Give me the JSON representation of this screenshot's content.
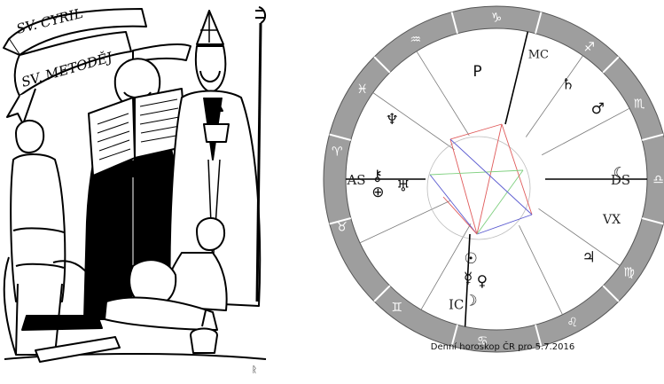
{
  "illustration": {
    "banner_top": "SV. CYRIL",
    "banner_bottom": "SV. METODĚJ",
    "signature_mark": "ᚱ"
  },
  "chart": {
    "caption": "Denní horoskop ČR pro 5.7.2016",
    "angle_labels": {
      "asc": "AS",
      "dsc": "DS",
      "mc": "MC",
      "ic": "IC",
      "vertex": "VX"
    },
    "zodiac_signs": [
      {
        "name": "capricorn",
        "glyph": "♑",
        "angle": 90
      },
      {
        "name": "aquarius",
        "glyph": "♒",
        "angle": 120
      },
      {
        "name": "pisces",
        "glyph": "♓",
        "angle": 146
      },
      {
        "name": "aries",
        "glyph": "♈",
        "angle": 170
      },
      {
        "name": "taurus",
        "glyph": "♉",
        "angle": 197
      },
      {
        "name": "gemini",
        "glyph": "♊",
        "angle": 232
      },
      {
        "name": "cancer",
        "glyph": "♋",
        "angle": 265
      },
      {
        "name": "leo",
        "glyph": "♌",
        "angle": 298
      },
      {
        "name": "virgo",
        "glyph": "♍",
        "angle": 325
      },
      {
        "name": "libra",
        "glyph": "♎",
        "angle": 0
      },
      {
        "name": "scorpio",
        "glyph": "♏",
        "angle": 28
      },
      {
        "name": "sagittarius",
        "glyph": "♐",
        "angle": 55
      }
    ],
    "planets": [
      {
        "name": "pluto",
        "glyph": "P",
        "angle": 100,
        "r": 0.73
      },
      {
        "name": "saturn",
        "glyph": "♄",
        "angle": 53,
        "r": 0.79
      },
      {
        "name": "mars",
        "glyph": "♂",
        "angle": 35,
        "r": 0.82
      },
      {
        "name": "moon",
        "glyph": "☾",
        "angle": 3,
        "r": 0.82
      },
      {
        "name": "jupiter",
        "glyph": "♃",
        "angle": 320,
        "r": 0.8
      },
      {
        "name": "sun",
        "glyph": "☉",
        "angle": 252,
        "r": 0.55
      },
      {
        "name": "mercury",
        "glyph": "☿",
        "angle": 254,
        "r": 0.68
      },
      {
        "name": "venus",
        "glyph": "♀",
        "angle": 262,
        "r": 0.68
      },
      {
        "name": "moon-south-node",
        "glyph": "☽",
        "angle": 258,
        "r": 0.82
      },
      {
        "name": "neptune",
        "glyph": "♆",
        "angle": 150,
        "r": 0.8
      },
      {
        "name": "fortune",
        "glyph": "⊕",
        "angle": 186,
        "r": 0.79
      },
      {
        "name": "chiron",
        "glyph": "⚷",
        "angle": 178,
        "r": 0.79
      },
      {
        "name": "uranus",
        "glyph": "♅",
        "angle": 184,
        "r": 0.62
      }
    ],
    "colors": {
      "ring": "#9e9e9e",
      "lines": "#000000",
      "houses": "#7a7a7a",
      "aspect_red": "#e05a5a",
      "aspect_blue": "#5a5ad0",
      "aspect_green": "#7fd07f"
    }
  }
}
